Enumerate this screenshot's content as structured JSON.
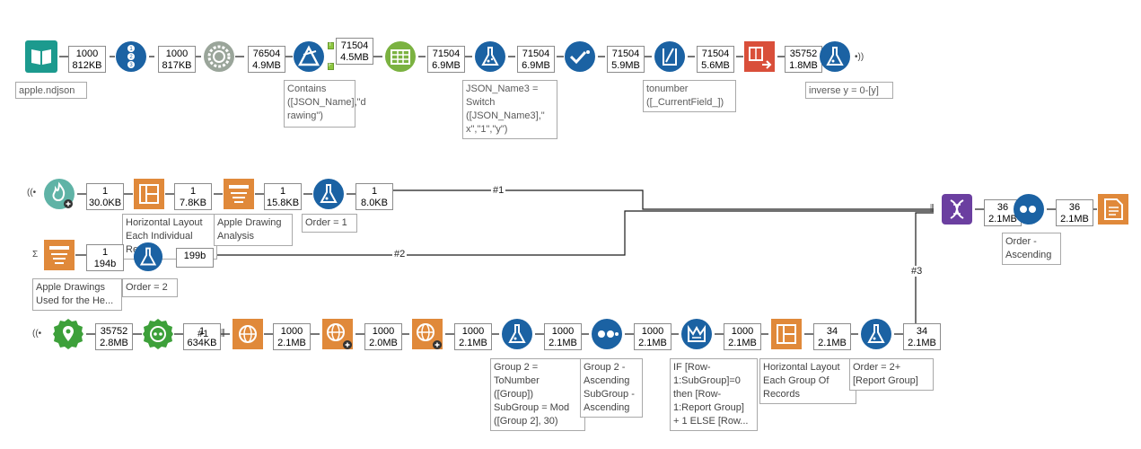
{
  "workflow": {
    "row1": {
      "records": [
        {
          "count": "1000",
          "size": "812KB"
        },
        {
          "count": "1000",
          "size": "817KB"
        },
        {
          "count": "76504",
          "size": "4.9MB"
        },
        {
          "count": "71504",
          "size": "4.5MB"
        },
        {
          "count": "71504",
          "size": "6.9MB"
        },
        {
          "count": "71504",
          "size": "6.9MB"
        },
        {
          "count": "71504",
          "size": "5.9MB"
        },
        {
          "count": "71504",
          "size": "5.6MB"
        },
        {
          "count": "35752",
          "size": "1.8MB"
        }
      ],
      "annotations": {
        "input": "apple.ndjson",
        "filter": "Contains\n([JSON_Name],\"d\nrawing\")",
        "formula1": "JSON_Name3 =\nSwitch\n([JSON_Name3],\"\nx\",\"1\",\"y\")",
        "multifield": "tonumber\n([_CurrentField_])",
        "formula2": "inverse y = 0-[y]"
      },
      "filter_anchors": {
        "true": "T",
        "false": "F"
      }
    },
    "row2": {
      "records": [
        {
          "count": "1",
          "size": "30.0KB"
        },
        {
          "count": "1",
          "size": "7.8KB"
        },
        {
          "count": "1",
          "size": "15.8KB"
        },
        {
          "count": "1",
          "size": "8.0KB"
        }
      ],
      "annotations": {
        "layout": "Horizontal Layout\nEach Individual\nRecord",
        "report_text": "Apple Drawing\nAnalysis",
        "formula": "Order = 1"
      }
    },
    "row3": {
      "records": [
        {
          "count": "1",
          "size": "194b"
        },
        {
          "count": "1",
          "size": "199b"
        }
      ],
      "annotations": {
        "report_text": "Apple Drawings\nUsed for the He...",
        "formula": "Order = 2"
      }
    },
    "row4": {
      "records": [
        {
          "count": "35752",
          "size": "2.8MB"
        },
        {
          "count": "1",
          "size": "634KB"
        },
        {
          "count": "1000",
          "size": "2.1MB"
        },
        {
          "count": "1000",
          "size": "2.0MB"
        },
        {
          "count": "1000",
          "size": "2.1MB"
        },
        {
          "count": "1000",
          "size": "2.1MB"
        },
        {
          "count": "1000",
          "size": "2.1MB"
        },
        {
          "count": "1000",
          "size": "2.1MB"
        },
        {
          "count": "34",
          "size": "2.1MB"
        },
        {
          "count": "34",
          "size": "2.1MB"
        }
      ],
      "annotations": {
        "formula": "Group 2 =\nToNumber\n([Group])\nSubGroup = Mod\n([Group 2], 30)",
        "sort": "Group 2 -\nAscending\nSubGroup -\nAscending",
        "multirow": "IF [Row-\n1:SubGroup]=0\nthen [Row-\n1:Report Group]\n+ 1 ELSE [Row...",
        "layout": "Horizontal Layout\nEach Group Of\nRecords",
        "formula2": "Order = 2+\n[Report Group]"
      }
    },
    "union": {
      "records": [
        {
          "count": "36",
          "size": "2.1MB"
        },
        {
          "count": "36",
          "size": "2.1MB"
        }
      ],
      "annotations": {
        "sort": "Order -\nAscending"
      }
    },
    "connection_labels": [
      "#1",
      "#2",
      "#3",
      "#1"
    ],
    "colors": {
      "input_teal": "#1c9a8e",
      "prep_blue": "#1b62a3",
      "join_purple": "#6b3fa0",
      "parse_green": "#7bb241",
      "transform_orange": "#e0893a",
      "reporting_orange": "#d4823c",
      "output_red": "#d94f3a",
      "spatial_green": "#3da03a",
      "connector_green": "#8cc63f",
      "line": "#1a1a1a"
    }
  }
}
